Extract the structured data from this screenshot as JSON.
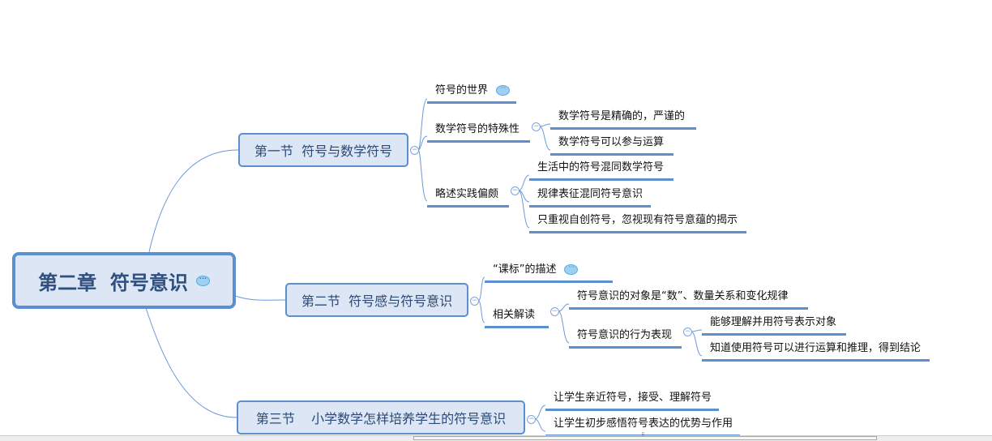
{
  "root": {
    "title": "第二章  符号意识"
  },
  "sections": [
    {
      "title": "第一节  符号与数学符号",
      "children": [
        {
          "label": "符号的世界"
        },
        {
          "label": "数学符号的特殊性",
          "children": [
            "数学符号是精确的，严谨的",
            "数学符号可以参与运算"
          ]
        },
        {
          "label": "略述实践偏颇",
          "children": [
            "生活中的符号混同数学符号",
            "规律表征混同符号意识",
            "只重视自创符号，忽视现有符号意蕴的揭示"
          ]
        }
      ]
    },
    {
      "title": "第二节  符号感与符号意识",
      "children": [
        {
          "label": "“课标”的描述"
        },
        {
          "label": "相关解读",
          "children": [
            {
              "label": "符号意识的对象是“数”、数量关系和变化规律"
            },
            {
              "label": "符号意识的行为表现",
              "children": [
                "能够理解并用符号表示对象",
                "知道使用符号可以进行运算和推理，得到结论"
              ]
            }
          ]
        }
      ]
    },
    {
      "title": "第三节    小学数学怎样培养学生的符号意识",
      "children": [
        "让学生亲近符号，接受、理解符号",
        "让学生初步感悟符号表达的优势与作用"
      ]
    }
  ],
  "scrollbar": {
    "grip": "⠿"
  }
}
